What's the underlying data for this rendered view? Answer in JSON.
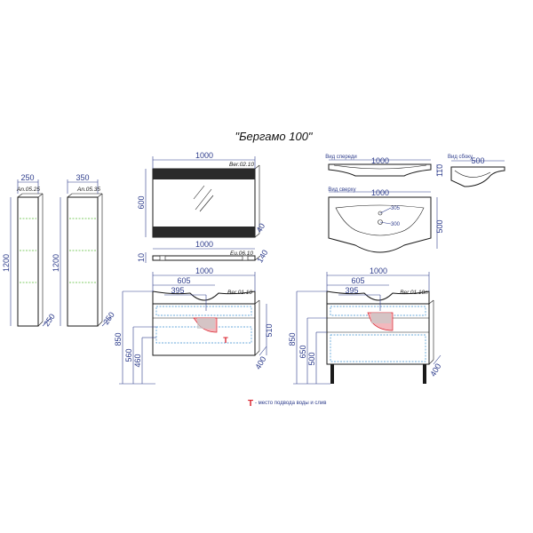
{
  "title": "\"Бергамо 100\"",
  "legend": {
    "marker": "T",
    "text": "- место подвода воды и слив"
  },
  "colors": {
    "dimension": "#2e3d8c",
    "outline": "#1a1a1a",
    "marker": "#d9232e",
    "hidden": "#3a8fd0",
    "shelf": "#5bbf3a"
  },
  "columns": {
    "narrow": {
      "code": "An.05.25",
      "width": "250",
      "height": "1200",
      "depth": "250"
    },
    "wide": {
      "code": "An.05.35",
      "width": "350",
      "height": "1200",
      "depth": "250"
    }
  },
  "mirror": {
    "code": "Ber.02.10",
    "width": "1000",
    "height": "600",
    "depth": "40"
  },
  "shelf": {
    "code": "Eu.06.10",
    "width": "1000",
    "height": "10",
    "depth": "140"
  },
  "vanity_hung": {
    "code": "Ber.01.10",
    "width": "1000",
    "offset": "605",
    "drain": "395",
    "depth": "400",
    "dims_left": [
      "850",
      "560",
      "460"
    ],
    "dim_right": "510"
  },
  "vanity_floor": {
    "code": "Ber.01.10n",
    "width": "1000",
    "offset": "605",
    "drain": "395",
    "depth": "400",
    "dims_left": [
      "850",
      "650",
      "500"
    ]
  },
  "basin_side": {
    "label": "Вид спереди",
    "width": "1000",
    "height": "110"
  },
  "basin_profile": {
    "label": "Вид сбоку",
    "width": "500"
  },
  "basin_top": {
    "label": "Вид сверху",
    "width": "1000",
    "depth": "500",
    "hole_a": "305",
    "hole_b": "300"
  }
}
